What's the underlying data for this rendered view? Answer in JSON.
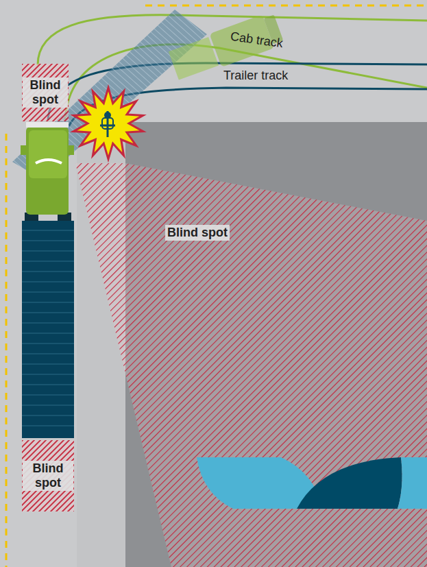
{
  "diagram": {
    "nodes": [
      {
        "text": [
          "Blind spot"
        ]
      },
      {
        "text": [
          "Blind spot"
        ]
      },
      {
        "text": [
          "Blind spot"
        ]
      }
    ],
    "labels": [
      "Cab track",
      "Trailer track"
    ]
  }
}
